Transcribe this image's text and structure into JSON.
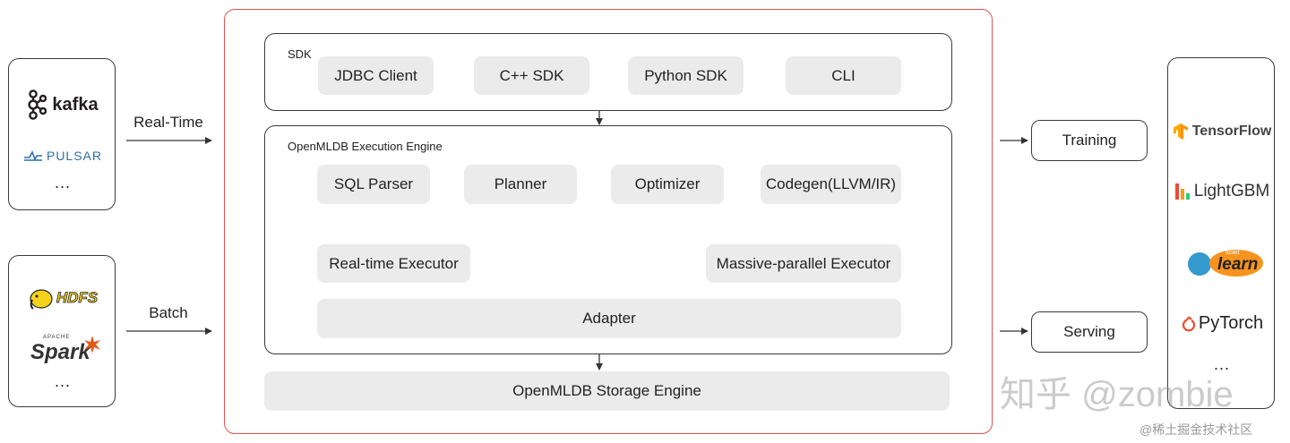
{
  "sources": {
    "realtime": {
      "items": [
        "kafka",
        "PULSAR"
      ],
      "more": "...",
      "flow_label": "Real-Time"
    },
    "batch": {
      "items": [
        "HDFS",
        "Spark"
      ],
      "spark_small": "APACHE",
      "more": "...",
      "flow_label": "Batch"
    }
  },
  "sdk": {
    "title": "SDK",
    "items": [
      "JDBC Client",
      "C++ SDK",
      "Python SDK",
      "CLI"
    ]
  },
  "engine": {
    "title": "OpenMLDB Execution Engine",
    "pipeline": [
      "SQL Parser",
      "Planner",
      "Optimizer",
      "Codegen(LLVM/IR)"
    ],
    "executors": [
      "Real-time Executor",
      "Massive-parallel Executor"
    ],
    "adapter": "Adapter"
  },
  "storage": "OpenMLDB Storage Engine",
  "outputs": [
    "Training",
    "Serving"
  ],
  "frameworks": {
    "items": [
      "TensorFlow",
      "LightGBM",
      "learn",
      "PyTorch"
    ],
    "sklearn_small": "scikit",
    "more": "..."
  },
  "watermark": {
    "main": "知乎 @zombie",
    "sub": "@稀土掘金技术社区"
  },
  "colors": {
    "outer_border": "#e0524a",
    "pill_bg": "#ebebeb",
    "kafka": "#231f20",
    "pulsar": "#2f6fa8",
    "hdfs": "#f5d21c",
    "spark_star": "#e25a1c",
    "tensorflow": "#ff8f00",
    "lightgbm": "#e84b3c",
    "sklearn_blue": "#3499cd",
    "sklearn_orange": "#f7931e",
    "pytorch": "#ee4c2c"
  }
}
